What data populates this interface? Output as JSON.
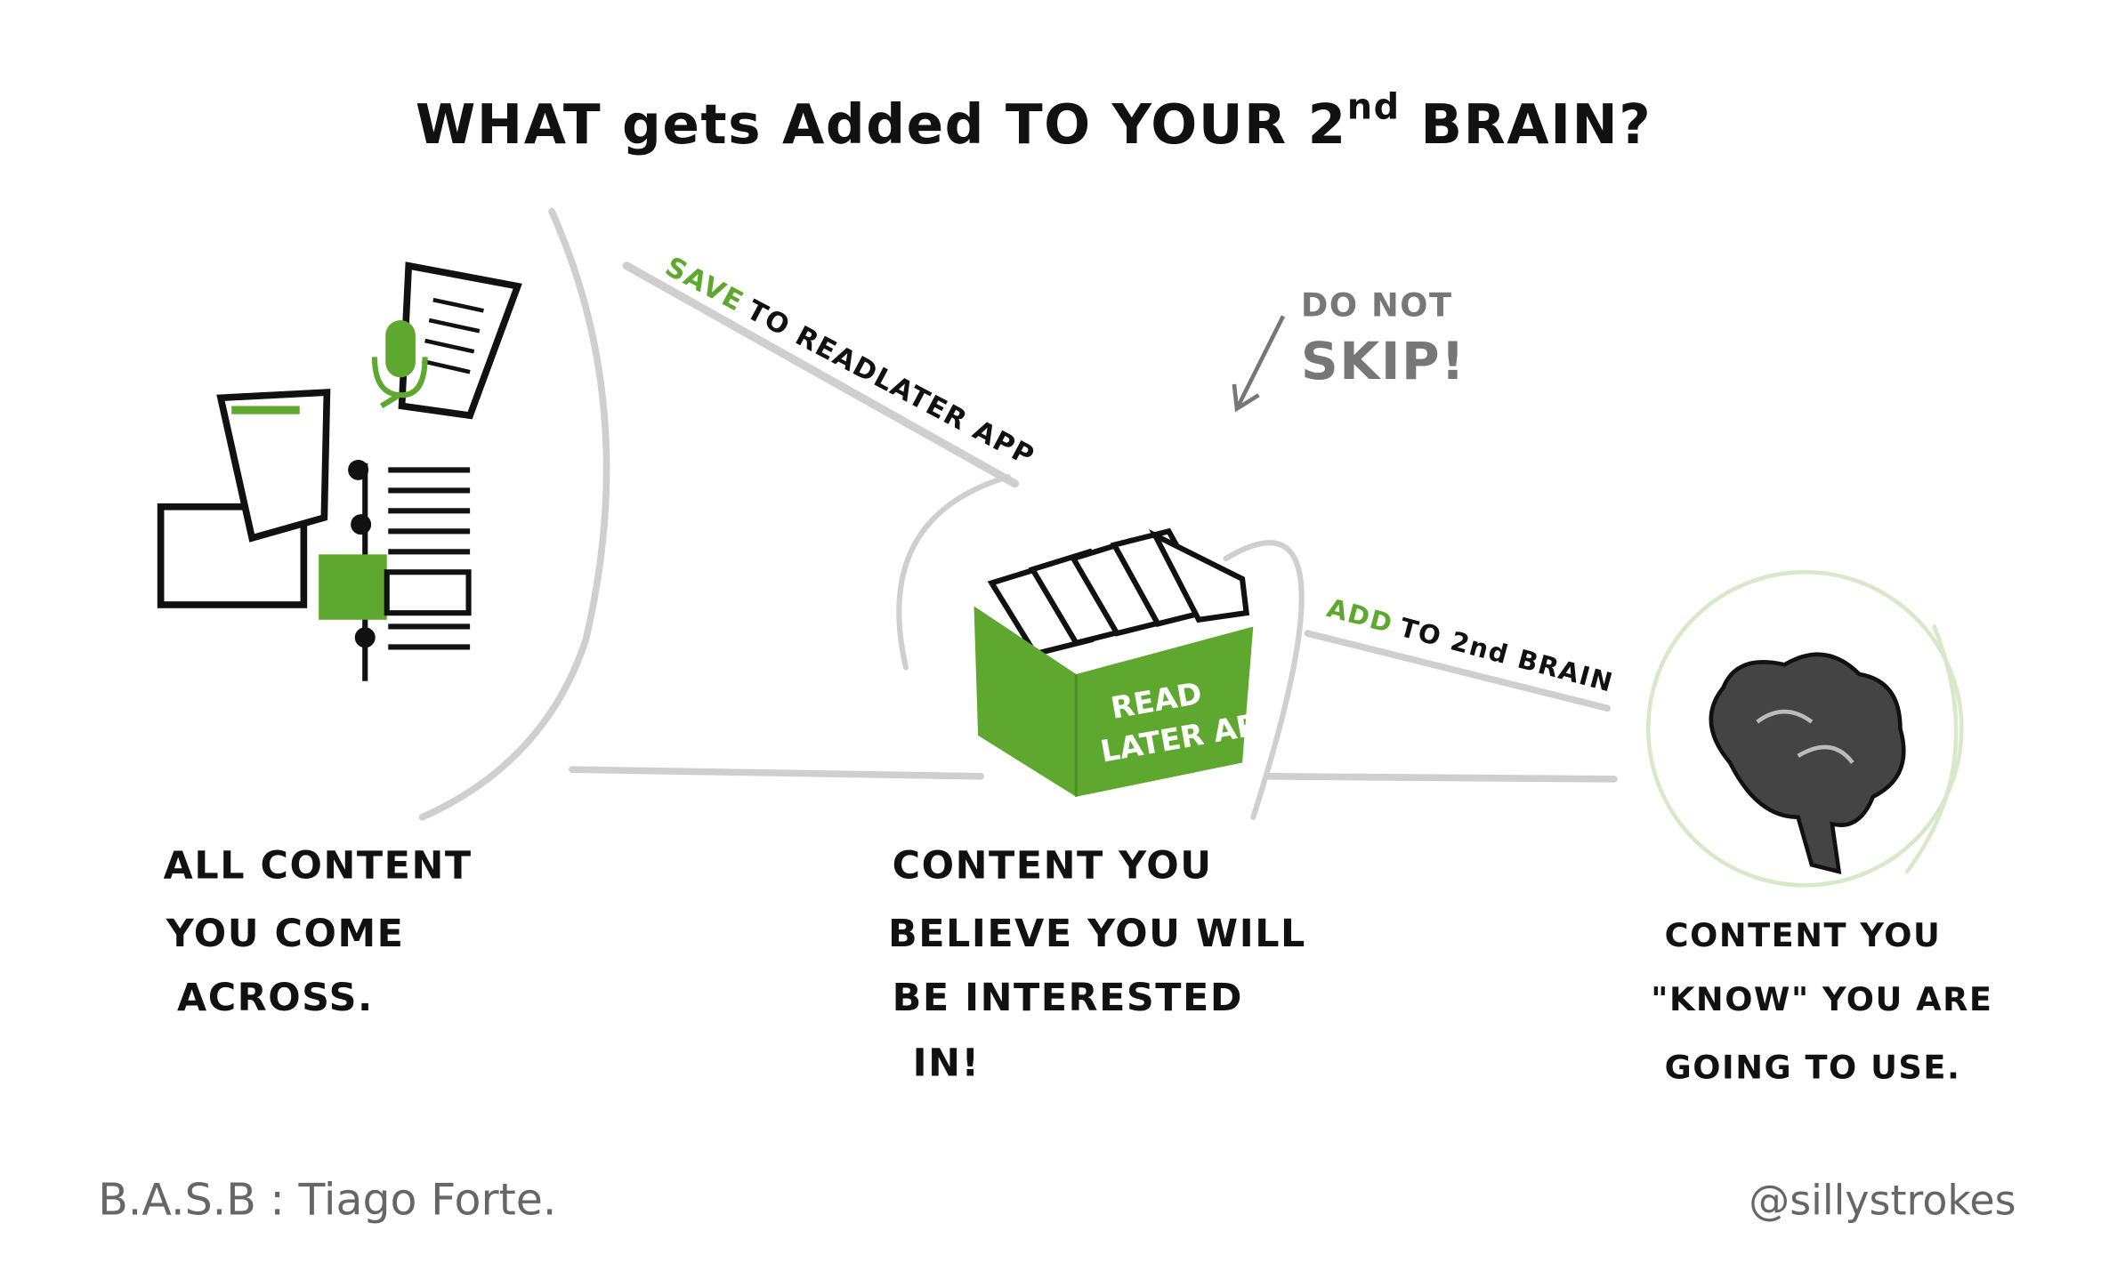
{
  "title": {
    "main": "WHAT gets Added TO YOUR 2",
    "sup": "nd",
    "end": " BRAIN?"
  },
  "arrows": {
    "save_word": "SAVE",
    "save_rest": "TO READLATER APP",
    "add_word": "ADD",
    "add_rest": "TO 2nd BRAIN"
  },
  "callout": {
    "line1": "DO NOT",
    "line2": "SKIP!"
  },
  "box_label": {
    "line1": "READ",
    "line2": "LATER APP"
  },
  "stages": [
    {
      "lines": [
        "ALL CONTENT",
        "YOU COME",
        "ACROSS."
      ]
    },
    {
      "lines": [
        "CONTENT YOU",
        "BELIEVE YOU WILL",
        "BE INTERESTED",
        "IN!"
      ]
    },
    {
      "lines": [
        "CONTENT YOU",
        "\"KNOW\" YOU ARE",
        "GOING TO USE."
      ]
    }
  ],
  "footer": {
    "credit": "B.A.S.B : Tiago Forte.",
    "handle": "@sillystrokes"
  },
  "colors": {
    "accent": "#5fa82f",
    "ink": "#111111",
    "pencil": "#cfcfcf"
  }
}
